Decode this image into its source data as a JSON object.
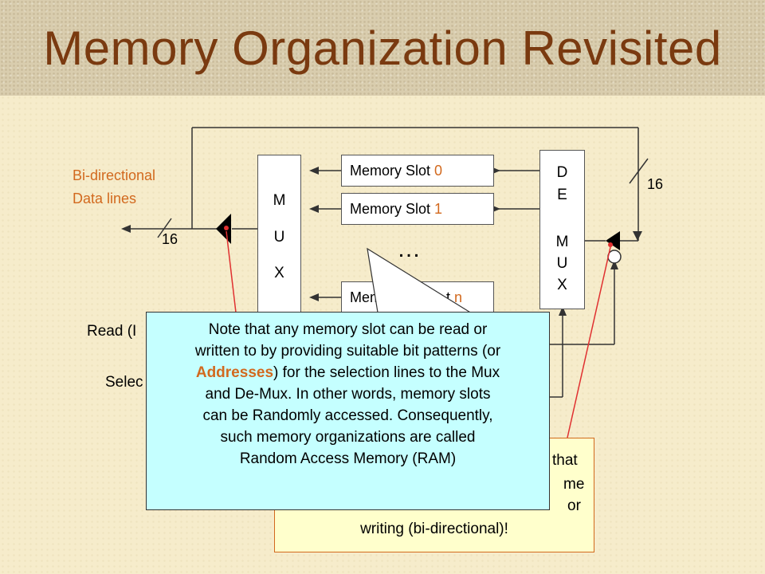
{
  "title": "Memory Organization Revisited",
  "labels": {
    "bidirectional_line1": "Bi-directional",
    "bidirectional_line2": "Data lines",
    "bus_width_left": "16",
    "bus_width_right": "16",
    "read_partial": "Read (I",
    "select_partial": "Selec",
    "ellipsis": "…"
  },
  "mux": {
    "letters": [
      "M",
      "U",
      "X"
    ]
  },
  "demux": {
    "letters": [
      "D",
      "E",
      "",
      "M",
      "U",
      "X"
    ]
  },
  "slots": [
    {
      "text": "Memory Slot ",
      "num": "0"
    },
    {
      "text": "Memory Slot ",
      "num": "1"
    },
    {
      "text": "Mem",
      "num": "",
      "tail_text": "t ",
      "tail_num": "n"
    }
  ],
  "notes": {
    "cyan": {
      "line1": "Note that any memory slot can be read or",
      "line2": "written to by providing suitable bit patterns (or",
      "line3_bold": "Addresses",
      "line3_rest": ") for the selection lines to the Mux",
      "line4": "and De-Mux.  In other words, memory slots",
      "line5": "can be Randomly accessed.  Consequently,",
      "line6": "such memory organizations are called",
      "line7": "Random Access Memory (RAM)"
    },
    "yellow": {
      "line1_tail": "that",
      "line2_tail": "me",
      "line3_tail": "or",
      "line4": "writing (bi-directional)!"
    }
  },
  "colors": {
    "title": "#7A3A10",
    "accent": "#D2691E",
    "note_cyan": "#C5FFFF",
    "note_yellow": "#FFFFCC",
    "pointer_line": "#E03030"
  }
}
